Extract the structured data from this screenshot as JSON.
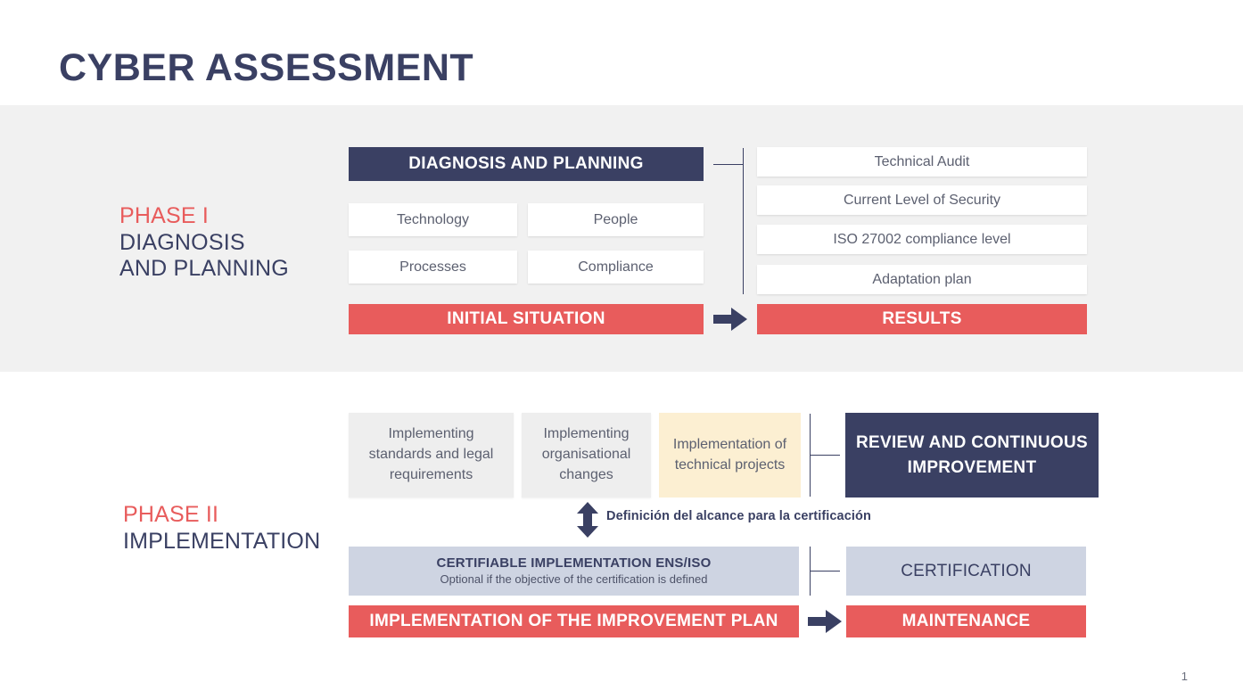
{
  "slide": {
    "title": "CYBER ASSESSMENT",
    "page_number": "1",
    "colors": {
      "navy": "#3a4063",
      "red": "#e85c5c",
      "band_gray": "#f1f1f1",
      "box_gray": "#eeeeee",
      "cream": "#fcefd2",
      "lavender": "#ced4e2",
      "white": "#ffffff"
    }
  },
  "phase1": {
    "kicker": "PHASE I",
    "name_line1": "DIAGNOSIS",
    "name_line2": "AND PLANNING",
    "header": "DIAGNOSIS AND PLANNING",
    "pillars": [
      {
        "label": "Technology"
      },
      {
        "label": "People"
      },
      {
        "label": "Processes"
      },
      {
        "label": "Compliance"
      }
    ],
    "input_bar": "INITIAL SITUATION",
    "results": [
      {
        "label": "Technical Audit"
      },
      {
        "label": "Current Level of Security"
      },
      {
        "label": "ISO 27002 compliance level"
      },
      {
        "label": "Adaptation plan"
      }
    ],
    "results_bar": "RESULTS"
  },
  "phase2": {
    "kicker": "PHASE II",
    "name_line1": "IMPLEMENTATION",
    "workstreams": [
      {
        "label": "Implementing standards and legal requirements",
        "style": "gray"
      },
      {
        "label": "Implementing organisational changes",
        "style": "gray"
      },
      {
        "label": "Implementation of technical projects",
        "style": "cream"
      }
    ],
    "review_box": "REVIEW AND CONTINUOUS IMPROVEMENT",
    "scope_note": "Definición del alcance para la certificación",
    "certifiable": {
      "title": "CERTIFIABLE IMPLEMENTATION ENS/ISO",
      "subtitle": "Optional if the objective of the certification is defined"
    },
    "certification_box": "CERTIFICATION",
    "improvement_bar": "IMPLEMENTATION OF THE IMPROVEMENT PLAN",
    "maintenance_bar": "MAINTENANCE"
  }
}
